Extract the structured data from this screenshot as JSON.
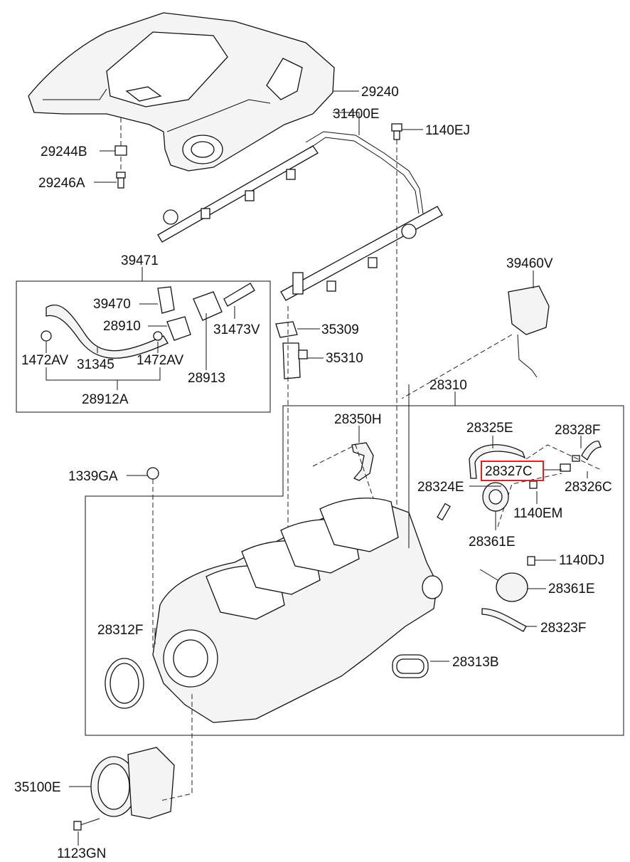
{
  "labels": {
    "p29240": "29240",
    "p31400E": "31400E",
    "p1140EJ": "1140EJ",
    "p29244B": "29244B",
    "p29246A": "29246A",
    "p39471": "39471",
    "p39470": "39470",
    "p28910": "28910",
    "p31473V": "31473V",
    "p35309": "35309",
    "p1472AV_left": "1472AV",
    "p31345": "31345",
    "p1472AV_right": "1472AV",
    "p28913": "28913",
    "p28912A": "28912A",
    "p35310": "35310",
    "p39460V": "39460V",
    "p28310": "28310",
    "p28350H": "28350H",
    "p28325E": "28325E",
    "p28328F": "28328F",
    "p1339GA": "1339GA",
    "p28327C": "28327C",
    "p28324E": "28324E",
    "p28326C": "28326C",
    "p1140EM": "1140EM",
    "p28361E_top": "28361E",
    "p1140DJ": "1140DJ",
    "p28361E_bottom": "28361E",
    "p28312F": "28312F",
    "p28323F": "28323F",
    "p28313B": "28313B",
    "p35100E": "35100E",
    "p1123GN": "1123GN"
  },
  "highlight": {
    "part": "28327C",
    "color": "#e02020"
  }
}
